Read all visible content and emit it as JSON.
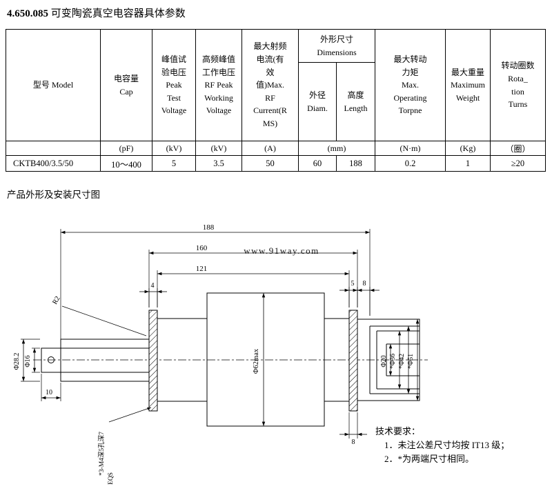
{
  "doc": {
    "title_number": "4.650.085",
    "title_text": "可变陶瓷真空电容器具体参数",
    "section_drawing_title": "产品外形及安装尺寸图"
  },
  "table": {
    "headers": {
      "model": "型号 Model",
      "cap": "电容量\nCap",
      "peak_test_voltage": "峰值试\n验电压\nPeak\nTest\nVoltage",
      "rf_peak_working_voltage": "高频峰值\n工作电压\nRF Peak\nWorking\nVoltage",
      "max_rf_current": "最大射频\n电流(有\n效\n值)Max.\nRF\nCurrent(R\nMS)",
      "dimensions": "外形尺寸\nDimensions",
      "diam": "外径\nDiam.",
      "length": "高度\nLength",
      "max_torque": "最大转动\n力矩\nMax.\nOperating\nTorpne",
      "max_weight": "最大重量\nMaximum\nWeight",
      "rotation_turns": "转动圈数\nRota_\ntion\nTurns"
    },
    "units": {
      "cap": "(pF)",
      "peak_test_voltage": "(kV)",
      "rf_peak_working_voltage": "(kV)",
      "max_rf_current": "(A)",
      "dimensions": "(mm)",
      "max_torque": "(N·m)",
      "max_weight": "(Kg)",
      "rotation_turns": "（圈）"
    },
    "row": {
      "model": "CKTB400/3.5/50",
      "cap": "10～400",
      "peak_test_voltage": "5",
      "rf_peak_working_voltage": "3.5",
      "max_rf_current": "50",
      "diam": "60",
      "length": "188",
      "max_torque": "0.2",
      "max_weight": "1",
      "rotation_turns": "≥20"
    }
  },
  "drawing": {
    "watermark": "www.91way.com",
    "dims": {
      "overall_length": "188",
      "length_160": "160",
      "length_121": "121",
      "flange_4": "4",
      "dim_5": "5",
      "dim_8_top": "8",
      "dim_8_bottom": "8",
      "dim_10": "10",
      "radius_r2": "R2",
      "dia_28_2": "Φ28.2",
      "dia_16": "Φ16",
      "dia_62": "Φ62max",
      "dia_20": "Φ20",
      "dia_36": "*Φ36",
      "dia_42": "*Φ42",
      "dia_51": "*Φ51",
      "hole_label": "*3-M4深5孔深7",
      "hole_label2": "EQS"
    },
    "tech_requirements": {
      "title": "技术要求：",
      "item1": "1．未注公差尺寸均按 IT13 级；",
      "item2": "2．*为两端尺寸相同。"
    }
  }
}
